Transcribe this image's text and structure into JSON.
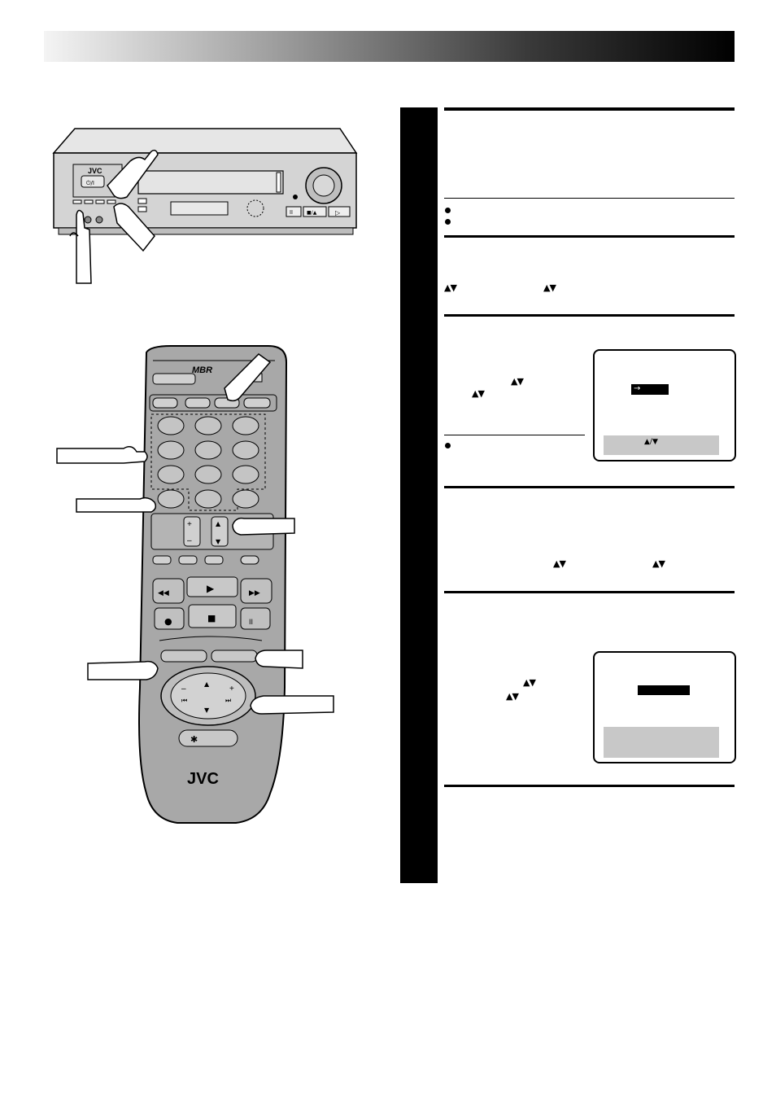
{
  "vcr": {
    "brand_label": "JVC",
    "power_symbol": "⏻/I",
    "pause_symbol": "II",
    "stop_eject_symbol": "■/▲",
    "play_symbol": "▷"
  },
  "remote": {
    "top_logo": "MBR",
    "brand_label": "JVC",
    "play_symbol": "▶",
    "stop_symbol": "■",
    "pause_symbol": "II",
    "record_symbol": "●",
    "rew_symbol": "◀◀",
    "ff_symbol": "▶▶",
    "plus_label": "+",
    "minus_label": "–",
    "skip_back_symbol": "⏮",
    "skip_fwd_symbol": "⏭",
    "up_symbol": "▲",
    "down_symbol": "▼",
    "dial_plus": "+",
    "dial_minus": "–"
  },
  "steps": {
    "updown_arrows": "▲▼",
    "screen1_arrow": "→",
    "screen1_bar_arrows": "▲/▼"
  },
  "colors": {
    "remote_body": "#a8a8a8",
    "vcr_body": "#d4d4d4",
    "screen_bar": "#c8c8c8"
  }
}
